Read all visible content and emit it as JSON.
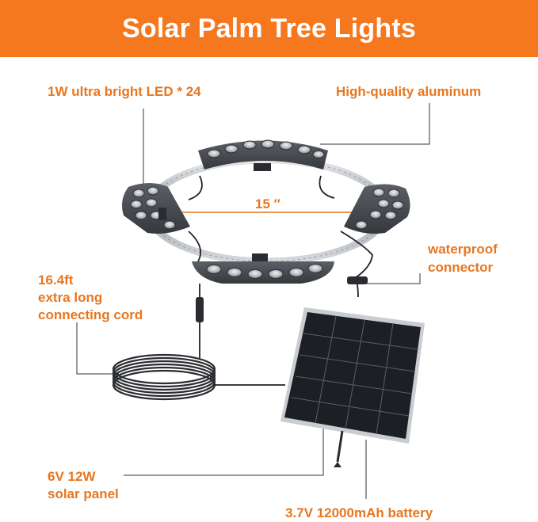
{
  "title": "Solar Palm Tree Lights",
  "callouts": {
    "led": "1W ultra bright LED * 24",
    "aluminum": "High-quality aluminum",
    "width": "15 ″",
    "connector_line1": "waterproof",
    "connector_line2": "connector",
    "cord_line1": "16.4ft",
    "cord_line2": "extra long",
    "cord_line3": "connecting cord",
    "panel_line1": "6V 12W",
    "panel_line2": "solar panel",
    "battery": "3.7V 12000mAh battery"
  },
  "colors": {
    "banner": "#f5781f",
    "accent_text": "#e8761f",
    "light_housing": "#4a4d52",
    "lens": "#b9bcc0",
    "panel": "#1c1f24",
    "callout_line": "#333333"
  }
}
